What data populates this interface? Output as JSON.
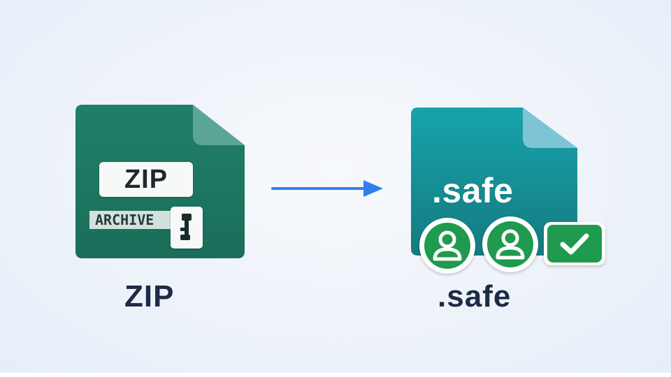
{
  "source": {
    "label": "ZIP",
    "archive_text": "ARCHIVE",
    "caption": "ZIP",
    "colors": {
      "body": "#1f7a63",
      "fold": "#5aa596"
    },
    "icons": [
      "file-icon",
      "zipper-tag-icon"
    ]
  },
  "arrow": {
    "color": "#2f7ff0",
    "icon": "arrow-right-icon"
  },
  "target": {
    "label": ".safe",
    "caption": ".safe",
    "colors": {
      "body_top": "#169fa6",
      "body_bottom": "#147d80",
      "fold": "#7cc4d6",
      "badge": "#1f9a4e"
    },
    "badges": [
      {
        "icon": "user-icon"
      },
      {
        "icon": "user-icon"
      },
      {
        "icon": "checkmark-icon"
      }
    ]
  }
}
